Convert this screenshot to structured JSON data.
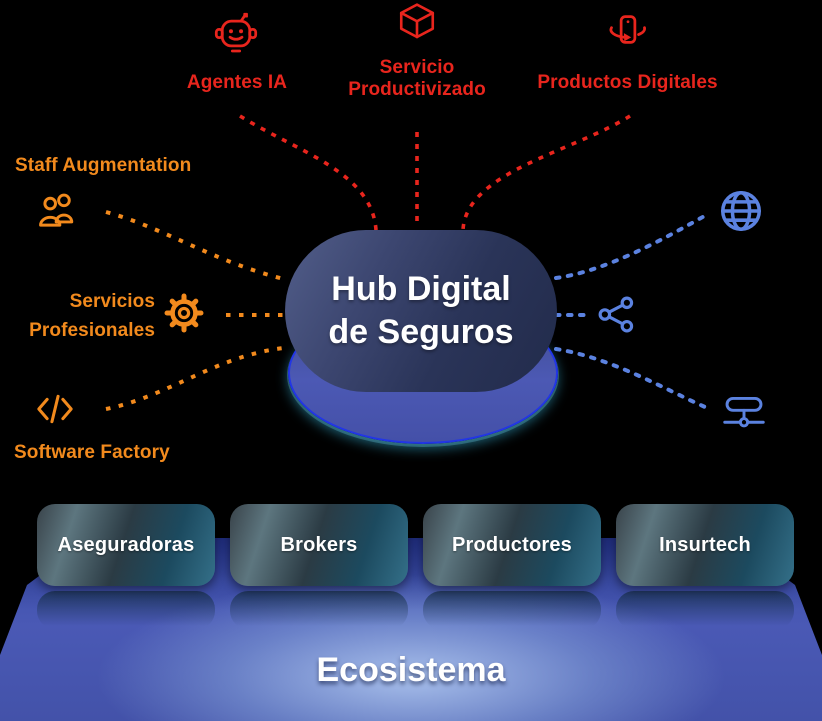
{
  "colors": {
    "bg": "#000000",
    "red": "#E8251D",
    "orange": "#F28A1D",
    "blue": "#5B82E0",
    "hub_dark": "#222B4B",
    "hub_light": "#525E8A",
    "platform_blue": "#4553AD",
    "box_teal": "#1C4A5F",
    "white": "#FFFFFF"
  },
  "hub": {
    "line1": "Hub Digital",
    "line2": "de Seguros"
  },
  "top_items": [
    {
      "icon": "robot-icon",
      "line1": "Agentes IA",
      "line2": ""
    },
    {
      "icon": "cube-icon",
      "line1": "Servicio",
      "line2": "Productivizado"
    },
    {
      "icon": "rotate-phone-icon",
      "line1": "Productos Digitales",
      "line2": ""
    }
  ],
  "left_items": [
    {
      "icon": "people-icon",
      "line1": "Staff Augmentation",
      "line2": ""
    },
    {
      "icon": "gear-icon",
      "line1": "Servicios",
      "line2": "Profesionales"
    },
    {
      "icon": "code-icon",
      "line1": "Software Factory",
      "line2": ""
    }
  ],
  "right_items": [
    {
      "icon": "globe-icon"
    },
    {
      "icon": "share-icon"
    },
    {
      "icon": "server-icon"
    }
  ],
  "bottom_boxes": [
    {
      "label": "Aseguradoras"
    },
    {
      "label": "Brokers"
    },
    {
      "label": "Productores"
    },
    {
      "label": "Insurtech"
    }
  ],
  "platform": {
    "label": "Ecosistema"
  }
}
